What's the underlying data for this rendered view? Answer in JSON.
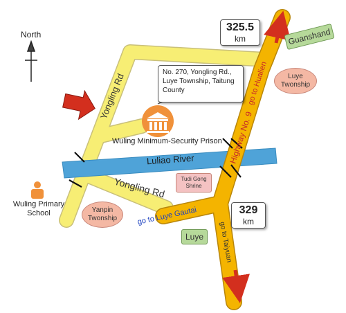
{
  "compass": {
    "label": "North"
  },
  "roads": {
    "yongling_rd_upper": "Yongling Rd",
    "yongling_rd_lower": "Yongling Rd",
    "highway": "Highway No. 9",
    "go_to_hualien": "go to Hualien",
    "go_to_taiyuan": "go to Taiyuan",
    "go_to_luye_gautai": "go to Luye Gautai"
  },
  "river": {
    "label": "Luliao River"
  },
  "address": {
    "lines": [
      "No. 270, Yongling Rd.,",
      "Luye Township, Taitung",
      "County"
    ]
  },
  "prison": {
    "label": "Wuling Minimum-Security Prison"
  },
  "school": {
    "line1": "Wuling Primary",
    "line2": "School"
  },
  "places": {
    "luye_township_top_1": "Luye",
    "luye_township_top_2": "Twonship",
    "yanpin_1": "Yanpin",
    "yanpin_2": "Twonship",
    "tudi_1": "Tudi Gong",
    "tudi_2": "Shrine",
    "guanshand": "Guanshand",
    "luye": "Luye"
  },
  "distances": {
    "north_value": "325.5",
    "north_unit": "km",
    "south_value": "329",
    "south_unit": "km"
  },
  "colors": {
    "road_fill": "#f7ee74",
    "road_edge": "#c9c07a",
    "highway_fill": "#f4b400",
    "highway_edge": "#b8860b",
    "river_fill": "#4fa3d8",
    "arrow_red": "#d32f1e",
    "icon_orange": "#f0913a"
  }
}
